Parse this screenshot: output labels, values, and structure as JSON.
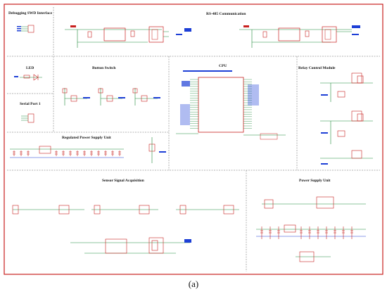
{
  "figure_label": "(a)",
  "colors": {
    "wire": "#1f8a3a",
    "component": "#c8201e",
    "net": "#1d3fd6",
    "frame": "#c8201e",
    "divider": "#555555"
  },
  "sections": [
    {
      "key": "swd",
      "title": "Debugging SWD Interface"
    },
    {
      "key": "rs485",
      "title": "RS-485 Communication"
    },
    {
      "key": "led",
      "title": "LED"
    },
    {
      "key": "button",
      "title": "Button Switch"
    },
    {
      "key": "cpu",
      "title": "CPU"
    },
    {
      "key": "relay",
      "title": "Relay Control Module"
    },
    {
      "key": "serial",
      "title": "Serial Port 1"
    },
    {
      "key": "regpower",
      "title": "Regulated Power Supply Unit"
    },
    {
      "key": "sensor",
      "title": "Sensor Signal Acquisition"
    },
    {
      "key": "power",
      "title": "Power Supply Unit"
    }
  ]
}
